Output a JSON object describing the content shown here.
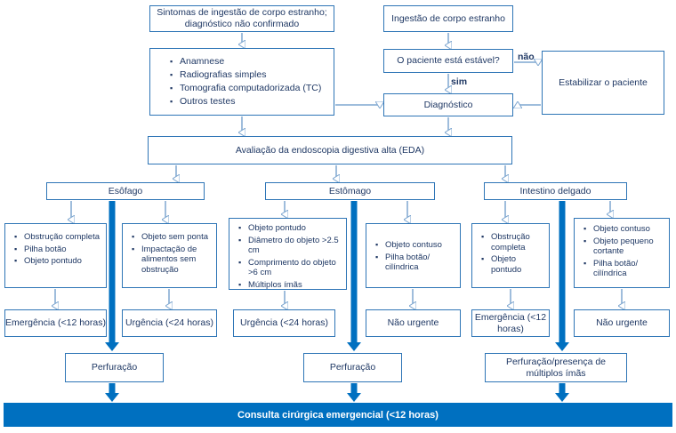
{
  "top_left": "Sintomas de ingestão de corpo estranho; diagnóstico não confirmado",
  "top_right": "Ingestão de corpo estranho",
  "tests": [
    "Anamnese",
    "Radiografias simples",
    "Tomografia computadorizada (TC)",
    "Outros testes"
  ],
  "stable_question": "O paciente está estável?",
  "label_no": "não",
  "label_yes": "sim",
  "stabilize": "Estabilizar o paciente",
  "diagnosis": "Diagnóstico",
  "eda": "Avaliação da endoscopia digestiva alta (EDA)",
  "branches": {
    "esofago": {
      "title": "Esôfago",
      "left_items": [
        "Obstrução completa",
        "Pilha botão",
        "Objeto pontudo"
      ],
      "right_items": [
        "Objeto sem ponta",
        "Impactação de alimentos sem obstrução"
      ],
      "left_urgency": "Emergência (<12 horas)",
      "right_urgency": "Urgência (<24 horas)",
      "perforation": "Perfuração"
    },
    "estomago": {
      "title": "Estômago",
      "left_items": [
        "Objeto pontudo",
        "Diâmetro do objeto >2.5 cm",
        "Comprimento do objeto >6 cm",
        "Múltiplos ímãs"
      ],
      "right_items": [
        "Objeto contuso",
        "Pilha botão/ cilíndrica"
      ],
      "left_urgency": "Urgência (<24 horas)",
      "right_urgency": "Não urgente",
      "perforation": "Perfuração"
    },
    "intestino": {
      "title": "Intestino delgado",
      "left_items": [
        "Obstrução completa",
        "Objeto pontudo"
      ],
      "right_items": [
        "Objeto contuso",
        "Objeto pequeno cortante",
        "Pilha botão/ cilíndrica"
      ],
      "left_urgency": "Emergência (<12 horas)",
      "right_urgency": "Não urgente",
      "perforation": "Perfuração/presença de múltiplos ímãs"
    }
  },
  "final": "Consulta cirúrgica emergencial (<12 horas)",
  "colors": {
    "border": "#2e75b6",
    "accent": "#0070c0",
    "text": "#1f3864"
  }
}
